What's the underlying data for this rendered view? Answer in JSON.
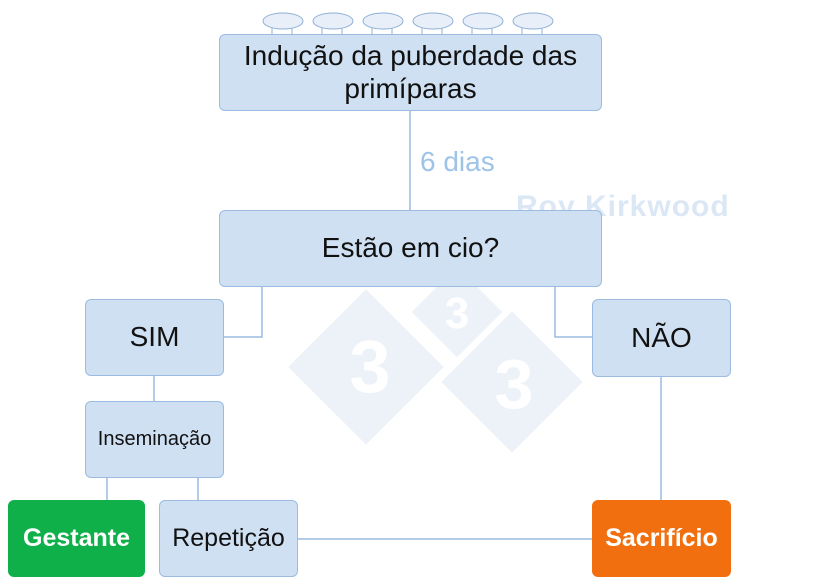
{
  "boxes": {
    "induction": "Indução da puberdade das primíparas",
    "question": "Estão em cio?",
    "yes": "SIM",
    "no": "NÃO",
    "insemination": "Inseminação",
    "pregnant": "Gestante",
    "repeat": "Repetição",
    "cull": "Sacrifício"
  },
  "edge_label": "6 dias",
  "watermark": "Roy Kirkwood",
  "logo_digits": [
    "3",
    "3",
    "3"
  ],
  "colors": {
    "box_fill": "#cfe0f3",
    "box_border": "#9bbbe0",
    "pregnant": "#0fb04a",
    "cull": "#f26f0f",
    "edge_label": "#9ec3e9"
  }
}
